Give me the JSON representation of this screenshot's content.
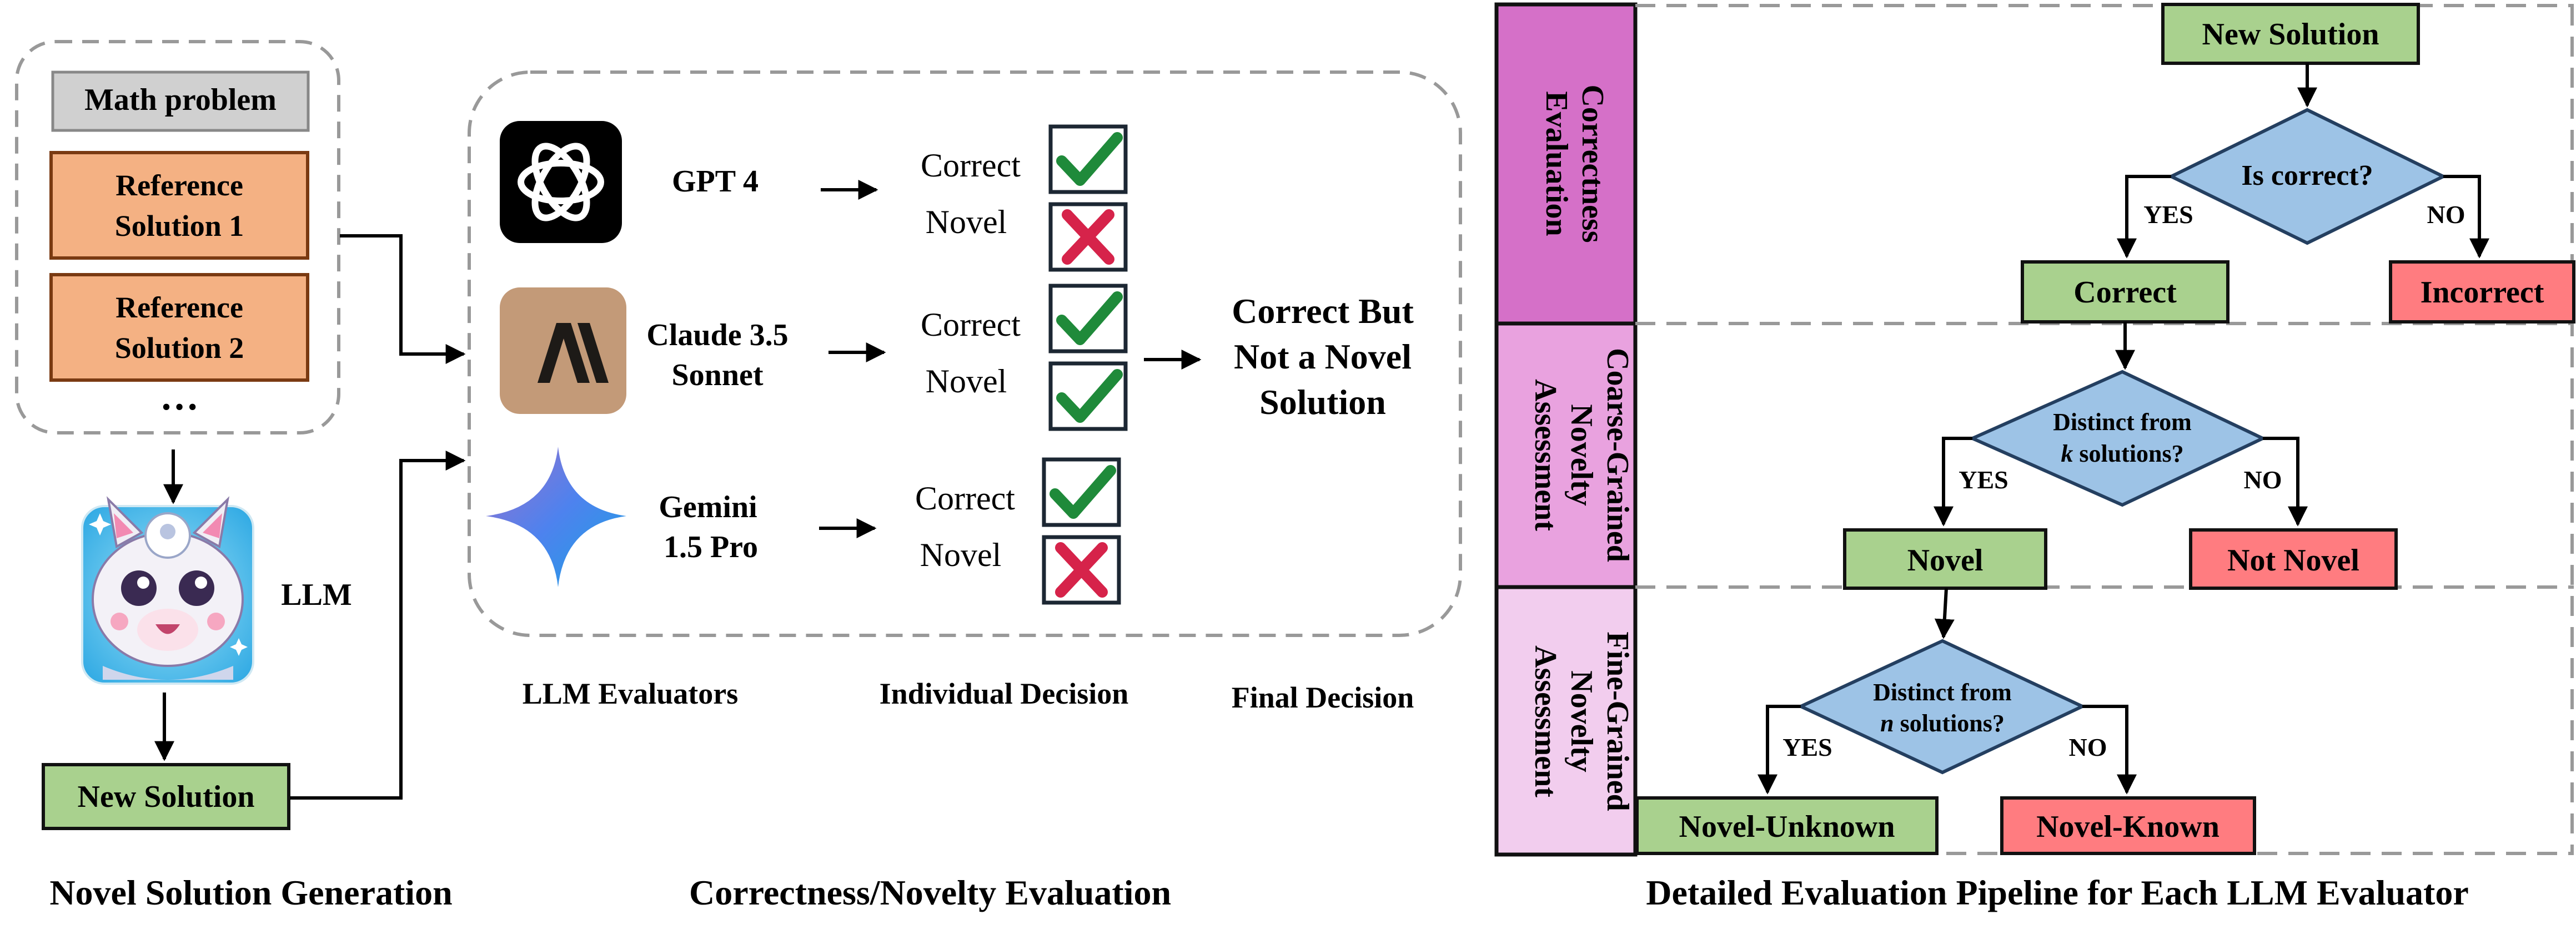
{
  "generation": {
    "math_problem": "Math problem",
    "ref1_line1": "Reference",
    "ref1_line2": "Solution 1",
    "ref2_line1": "Reference",
    "ref2_line2": "Solution 2",
    "ellipsis": "…",
    "llm_label": "LLM",
    "new_solution": "New Solution",
    "section_title": "Novel Solution Generation"
  },
  "evaluation": {
    "models": [
      {
        "name_line1": "GPT 4",
        "name_line2": "",
        "logo": "openai-logo-icon",
        "correct": "Correct",
        "novel": "Novel",
        "correct_mark": "check",
        "novel_mark": "cross"
      },
      {
        "name_line1": "Claude 3.5",
        "name_line2": "Sonnet",
        "logo": "anthropic-logo-icon",
        "correct": "Correct",
        "novel": "Novel",
        "correct_mark": "check",
        "novel_mark": "check"
      },
      {
        "name_line1": "Gemini",
        "name_line2": "1.5 Pro",
        "logo": "gemini-star-icon",
        "correct": "Correct",
        "novel": "Novel",
        "correct_mark": "check",
        "novel_mark": "cross"
      }
    ],
    "final_line1": "Correct But",
    "final_line2": "Not a Novel",
    "final_line3": "Solution",
    "col_evaluators": "LLM Evaluators",
    "col_individual": "Individual Decision",
    "col_final": "Final Decision",
    "section_title": "Correctness/Novelty Evaluation"
  },
  "pipeline": {
    "stage1": [
      "Correctness",
      "Evaluation"
    ],
    "stage2": [
      "Coarse-Grained",
      "Novelty",
      "Assessment"
    ],
    "stage3": [
      "Fine-Grained",
      "Novelty",
      "Assessment"
    ],
    "new_solution": "New Solution",
    "q1": "Is correct?",
    "yes1": "YES",
    "no1": "NO",
    "correct": "Correct",
    "incorrect": "Incorrect",
    "q2_line1": "Distinct from",
    "q2_var": "k",
    "q2_rest": " solutions?",
    "yes2": "YES",
    "no2": "NO",
    "novel": "Novel",
    "not_novel": "Not Novel",
    "q3_line1": "Distinct from",
    "q3_var": "n",
    "q3_rest": " solutions?",
    "yes3": "YES",
    "no3": "NO",
    "novel_unknown": "Novel-Unknown",
    "novel_known": "Novel-Known",
    "section_title": "Detailed Evaluation Pipeline for Each LLM Evaluator"
  },
  "colors": {
    "green_box": "#A9D18E",
    "red_box": "#FF7C80",
    "orange_box": "#F4B183",
    "gray_box": "#D0D0D0",
    "blue_diamond": "#9DC3E6",
    "stage1": "#D570C8",
    "stage2": "#E9A2DF",
    "stage3": "#F2CDEE",
    "check": "#1F8A3A",
    "cross": "#D6234A"
  }
}
